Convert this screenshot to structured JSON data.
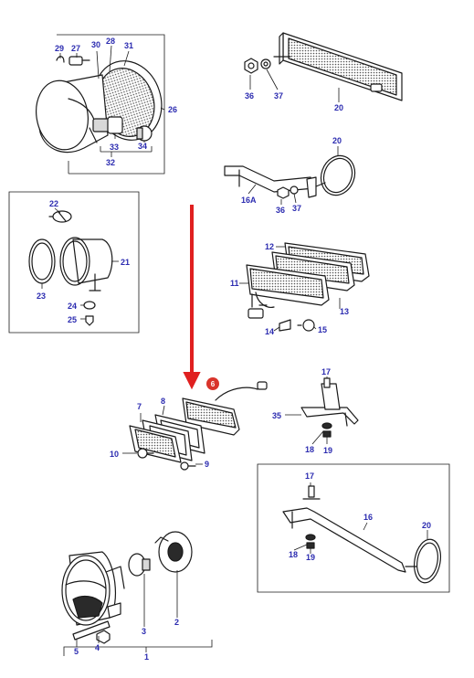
{
  "labels": [
    {
      "id": "l29",
      "text": "29"
    },
    {
      "id": "l27",
      "text": "27"
    },
    {
      "id": "l30",
      "text": "30"
    },
    {
      "id": "l28",
      "text": "28"
    },
    {
      "id": "l31",
      "text": "31"
    },
    {
      "id": "l26",
      "text": "26"
    },
    {
      "id": "l33",
      "text": "33"
    },
    {
      "id": "l34",
      "text": "34"
    },
    {
      "id": "l32",
      "text": "32"
    },
    {
      "id": "l36a",
      "text": "36"
    },
    {
      "id": "l37a",
      "text": "37"
    },
    {
      "id": "l20a",
      "text": "20"
    },
    {
      "id": "l20b",
      "text": "20"
    },
    {
      "id": "l16A",
      "text": "16A"
    },
    {
      "id": "l36b",
      "text": "36"
    },
    {
      "id": "l37b",
      "text": "37"
    },
    {
      "id": "l22",
      "text": "22"
    },
    {
      "id": "l21",
      "text": "21"
    },
    {
      "id": "l23",
      "text": "23"
    },
    {
      "id": "l24",
      "text": "24"
    },
    {
      "id": "l25",
      "text": "25"
    },
    {
      "id": "l12",
      "text": "12"
    },
    {
      "id": "l11",
      "text": "11"
    },
    {
      "id": "l13",
      "text": "13"
    },
    {
      "id": "l14",
      "text": "14"
    },
    {
      "id": "l15",
      "text": "15"
    },
    {
      "id": "l17a",
      "text": "17"
    },
    {
      "id": "l35",
      "text": "35"
    },
    {
      "id": "l18a",
      "text": "18"
    },
    {
      "id": "l19a",
      "text": "19"
    },
    {
      "id": "l7",
      "text": "7"
    },
    {
      "id": "l8",
      "text": "8"
    },
    {
      "id": "l10",
      "text": "10"
    },
    {
      "id": "l9",
      "text": "9"
    },
    {
      "id": "l17b",
      "text": "17"
    },
    {
      "id": "l16",
      "text": "16"
    },
    {
      "id": "l20c",
      "text": "20"
    },
    {
      "id": "l18b",
      "text": "18"
    },
    {
      "id": "l19b",
      "text": "19"
    },
    {
      "id": "l3",
      "text": "3"
    },
    {
      "id": "l2",
      "text": "2"
    },
    {
      "id": "l5",
      "text": "5"
    },
    {
      "id": "l4",
      "text": "4"
    },
    {
      "id": "l1",
      "text": "1"
    }
  ],
  "highlight": {
    "text": "6",
    "color": "#d9342b"
  },
  "arrow_color": "#e02020",
  "label_color": "#2b2bb0"
}
